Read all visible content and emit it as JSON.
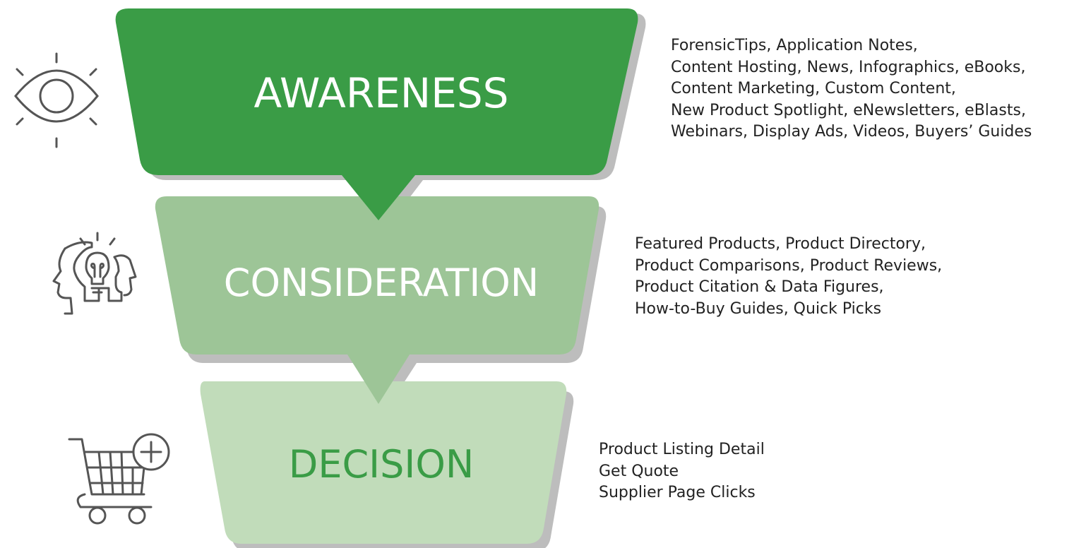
{
  "stages": [
    {
      "title": "AWARENESS",
      "icon": "eye-icon",
      "color": "#3a9c46",
      "items": [
        "ForensicTips, Application Notes,",
        "Content Hosting, News, Infographics, eBooks,",
        "Content Marketing, Custom Content,",
        "New Product Spotlight, eNewsletters, eBlasts,",
        "Webinars, Display Ads, Videos, Buyers’ Guides"
      ]
    },
    {
      "title": "CONSIDERATION",
      "icon": "lightbulb-head-icon",
      "color": "#9dc597",
      "items": [
        "Featured Products, Product Directory,",
        "Product Comparisons, Product Reviews,",
        "Product Citation & Data Figures,",
        "How-to-Buy Guides, Quick Picks"
      ]
    },
    {
      "title": "DECISION",
      "icon": "shopping-cart-add-icon",
      "color": "#c1dcba",
      "items": [
        "Product Listing Detail",
        "Get Quote",
        "Supplier Page Clicks"
      ]
    }
  ]
}
